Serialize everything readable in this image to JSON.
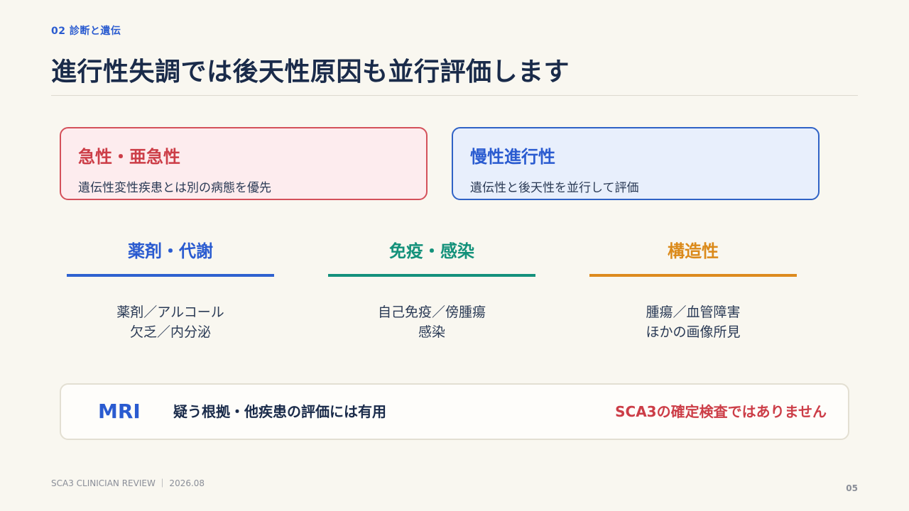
{
  "header": {
    "section_label": "02 診断と遺伝",
    "title": "進行性失調では後天性原因も並行評価します"
  },
  "cards": {
    "acute": {
      "title": "急性・亜急性",
      "subtitle": "遺伝性変性疾患とは別の病態を優先",
      "accent": "#cc3d47"
    },
    "chronic": {
      "title": "慢性進行性",
      "subtitle": "遺伝性と後天性を並行して評価",
      "accent": "#2a5bd0"
    }
  },
  "categories": [
    {
      "heading": "薬剤・代謝",
      "lines": [
        "薬剤／アルコール",
        "欠乏／内分泌"
      ],
      "color": "#2f62d0"
    },
    {
      "heading": "免疫・感染",
      "lines": [
        "自己免疫／傍腫瘍",
        "感染"
      ],
      "color": "#15917c"
    },
    {
      "heading": "構造性",
      "lines": [
        "腫瘍／血管障害",
        "ほかの画像所見"
      ],
      "color": "#dd8a1e"
    }
  ],
  "mri": {
    "tag": "MRI",
    "description": "疑う根拠・他疾患の評価には有用",
    "warning": "SCA3の確定検査ではありません"
  },
  "footer": {
    "source": "SCA3 CLINICIAN REVIEW ｜ 2026.08",
    "page": "05"
  }
}
